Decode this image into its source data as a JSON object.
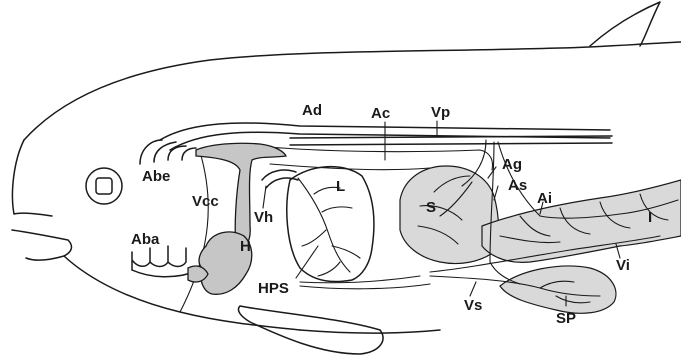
{
  "labels": {
    "ad": "Ad",
    "ac": "Ac",
    "vp": "Vp",
    "abe": "Abe",
    "vcc": "Vcc",
    "vh": "Vh",
    "l": "L",
    "s": "S",
    "ag": "Ag",
    "as": "As",
    "ai": "Ai",
    "i": "I",
    "aba": "Aba",
    "h": "H",
    "hps": "HPS",
    "vi": "Vi",
    "vs": "Vs",
    "sp": "SP"
  },
  "colors": {
    "ink": "#1a1a1a",
    "organ_fill": "#d9d9d9",
    "heart_fill": "#c6c6c6",
    "background": "#ffffff"
  }
}
